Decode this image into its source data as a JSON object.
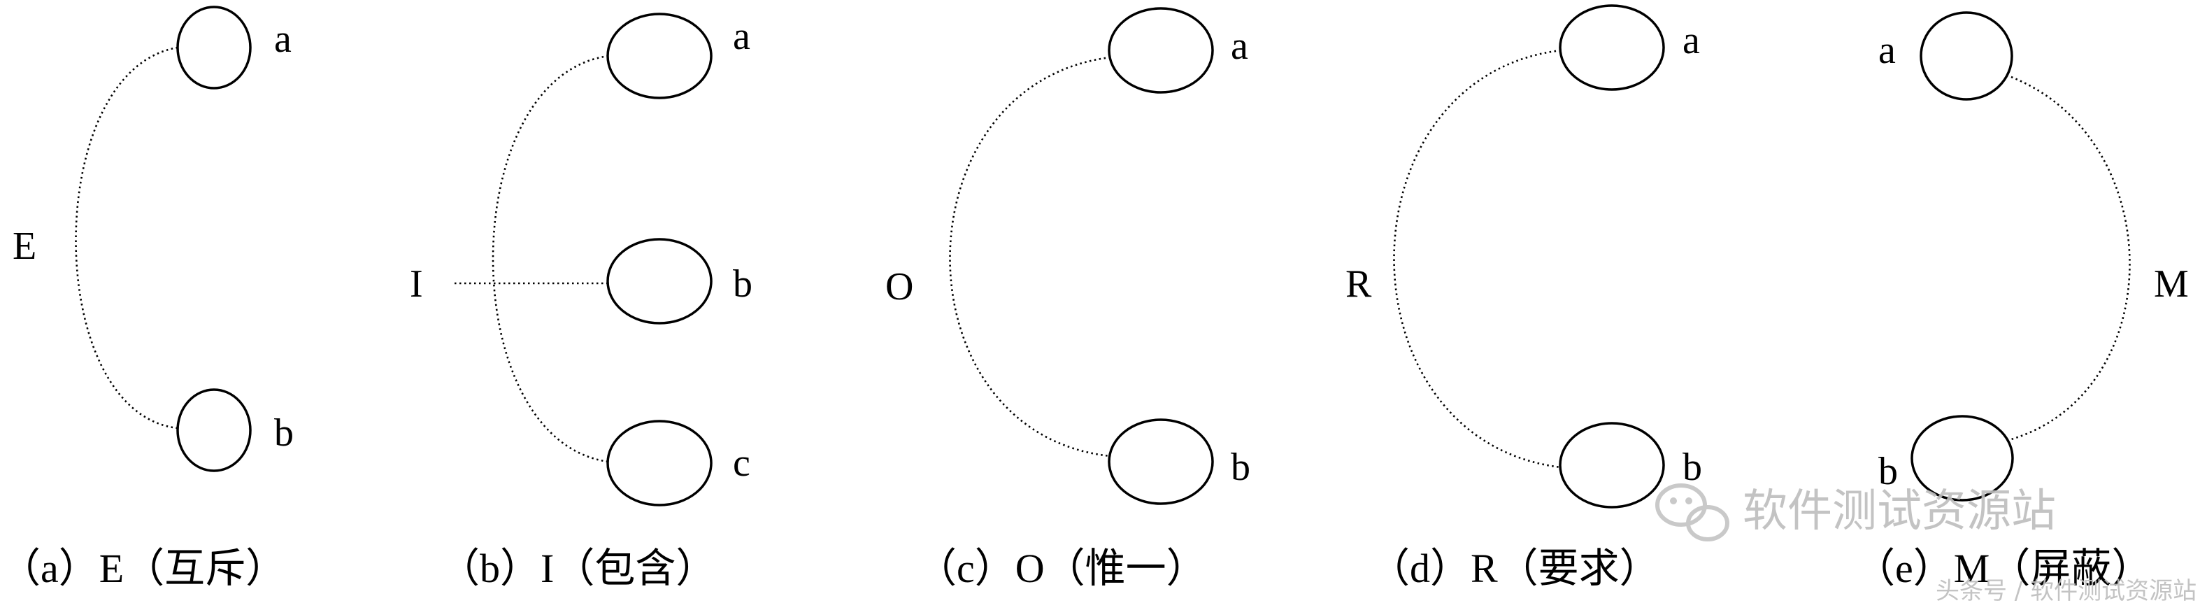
{
  "panels": [
    {
      "id": "a",
      "constraint": "E",
      "caption": "（a）E（互斥）",
      "nodes": [
        "a",
        "b"
      ]
    },
    {
      "id": "b",
      "constraint": "I",
      "caption": "（b）I（包含）",
      "nodes": [
        "a",
        "b",
        "c"
      ]
    },
    {
      "id": "c",
      "constraint": "O",
      "caption": "（c）O（惟一）",
      "nodes": [
        "a",
        "b"
      ]
    },
    {
      "id": "d",
      "constraint": "R",
      "caption": "（d）R（要求）",
      "nodes": [
        "a",
        "b"
      ]
    },
    {
      "id": "e",
      "constraint": "M",
      "caption": "（e）M（屏蔽）",
      "nodes": [
        "a",
        "b"
      ]
    }
  ],
  "watermark": {
    "main": "软件测试资源站",
    "sub": "头条号 / 软件测试资源站"
  }
}
